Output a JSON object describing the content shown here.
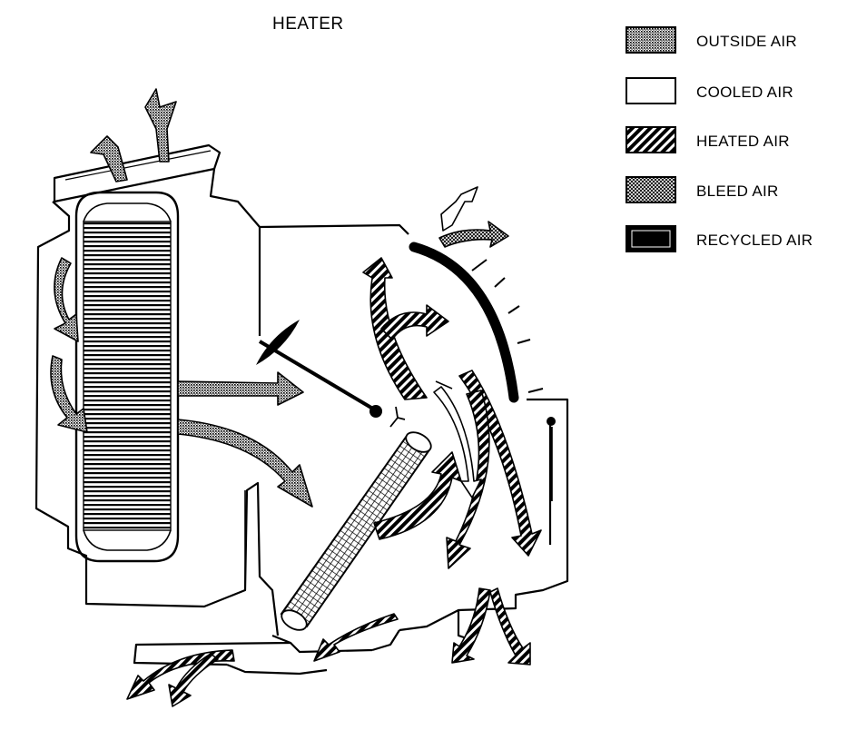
{
  "title": "HEATER",
  "legend": [
    {
      "label": "OUTSIDE AIR",
      "pattern": "dotted",
      "color": "#6e6e6e"
    },
    {
      "label": "COOLED AIR",
      "pattern": "blank",
      "color": "#ffffff"
    },
    {
      "label": "HEATED AIR",
      "pattern": "diagonal-hatch",
      "color": "#000000"
    },
    {
      "label": "BLEED AIR",
      "pattern": "fine-crosshatch",
      "color": "#9a9a9a"
    },
    {
      "label": "RECYCLED AIR",
      "pattern": "solid",
      "color": "#000000"
    }
  ],
  "colors": {
    "line": "#000000",
    "background": "#ffffff"
  }
}
